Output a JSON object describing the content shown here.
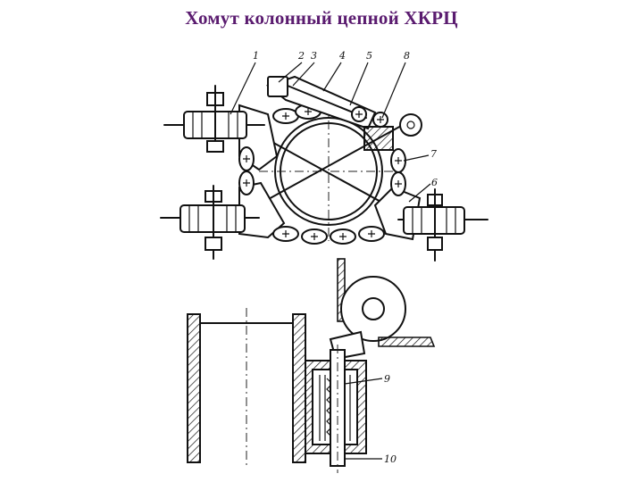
{
  "slide": {
    "title": "Хомут колонный цепной ХКРЦ"
  },
  "diagram": {
    "callouts": [
      "1",
      "2",
      "3",
      "4",
      "5",
      "6",
      "7",
      "8",
      "9",
      "10"
    ],
    "colors": {
      "title": "#5a1b6f",
      "ink": "#111111",
      "background": "#ffffff"
    }
  }
}
